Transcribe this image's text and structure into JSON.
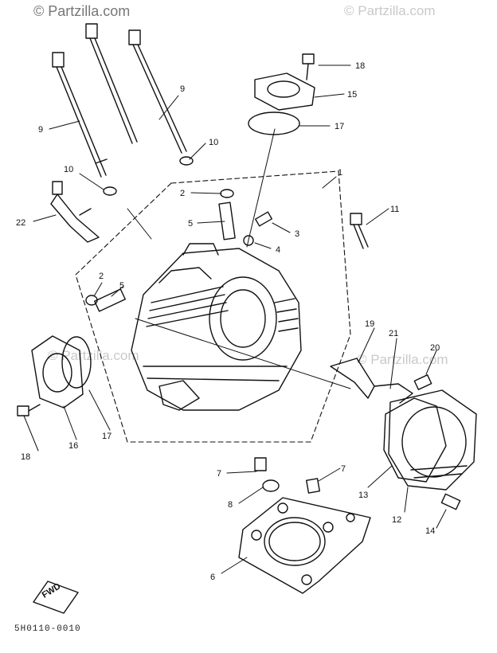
{
  "watermarks": {
    "top_left": "© Partzilla.com",
    "top_right": "© Partzilla.com",
    "mid_left": "© Partzilla.com",
    "mid_right": "© Partzilla.com"
  },
  "diagram_code": "5H0110-0010",
  "fwd_label": "FWD",
  "callouts": [
    {
      "id": "c1",
      "label": "1"
    },
    {
      "id": "c2a",
      "label": "2"
    },
    {
      "id": "c2b",
      "label": "2"
    },
    {
      "id": "c3",
      "label": "3"
    },
    {
      "id": "c4",
      "label": "4"
    },
    {
      "id": "c5a",
      "label": "5"
    },
    {
      "id": "c5b",
      "label": "5"
    },
    {
      "id": "c6",
      "label": "6"
    },
    {
      "id": "c7a",
      "label": "7"
    },
    {
      "id": "c7b",
      "label": "7"
    },
    {
      "id": "c8",
      "label": "8"
    },
    {
      "id": "c9a",
      "label": "9"
    },
    {
      "id": "c9b",
      "label": "9"
    },
    {
      "id": "c10a",
      "label": "10"
    },
    {
      "id": "c10b",
      "label": "10"
    },
    {
      "id": "c11",
      "label": "11"
    },
    {
      "id": "c12",
      "label": "12"
    },
    {
      "id": "c13",
      "label": "13"
    },
    {
      "id": "c14",
      "label": "14"
    },
    {
      "id": "c15",
      "label": "15"
    },
    {
      "id": "c16",
      "label": "16"
    },
    {
      "id": "c17a",
      "label": "17"
    },
    {
      "id": "c17b",
      "label": "17"
    },
    {
      "id": "c18a",
      "label": "18"
    },
    {
      "id": "c18b",
      "label": "18"
    },
    {
      "id": "c19",
      "label": "19"
    },
    {
      "id": "c20",
      "label": "20"
    },
    {
      "id": "c21",
      "label": "21"
    },
    {
      "id": "c22",
      "label": "22"
    }
  ]
}
